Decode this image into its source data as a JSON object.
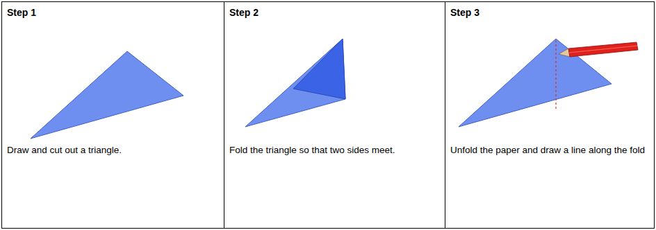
{
  "diagram": {
    "nodes": [
      {
        "text": [
          "Step 1",
          "Draw and cut out a triangle."
        ]
      },
      {
        "text": [
          "Step 2",
          "Fold the triangle so that two sides meet."
        ]
      },
      {
        "text": [
          "Step 3",
          "Unfold the paper and draw a line along the fold"
        ]
      }
    ]
  }
}
